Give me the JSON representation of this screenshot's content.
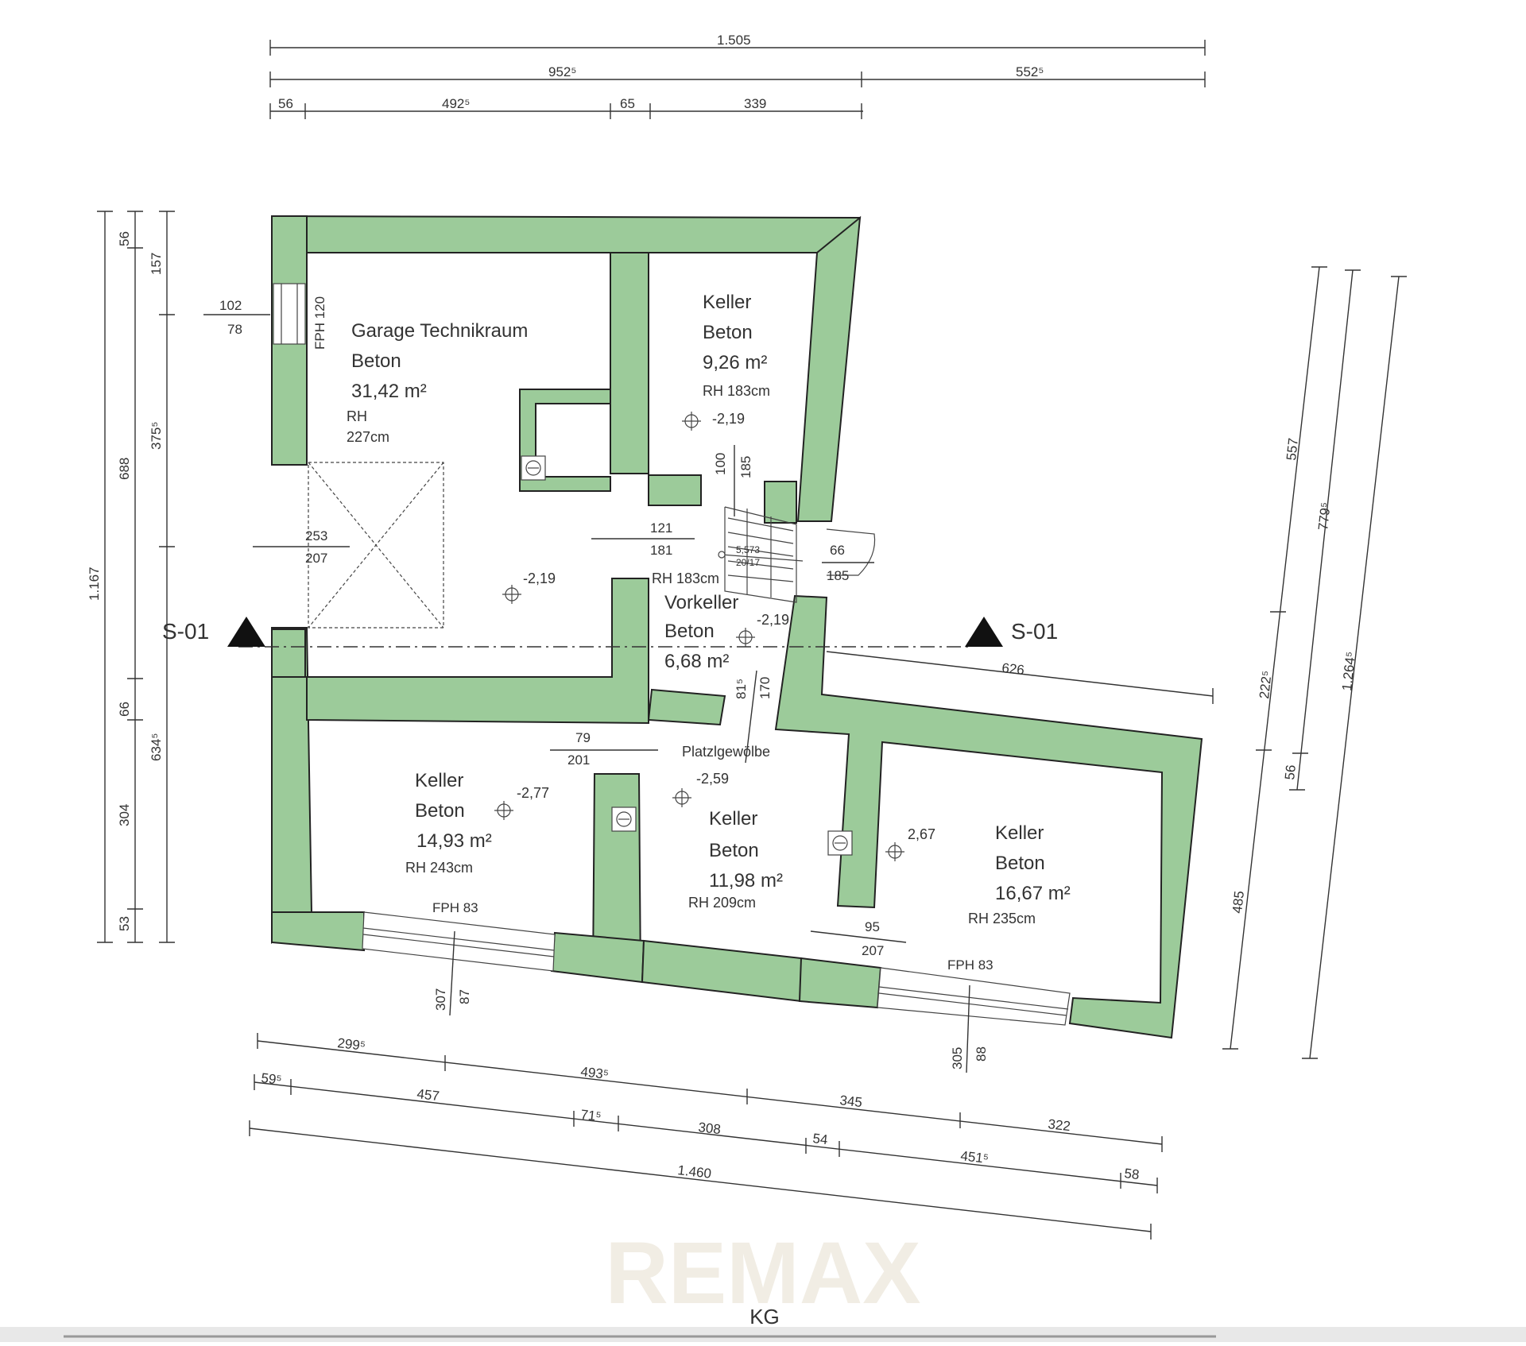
{
  "plan": {
    "floor_label": "KG",
    "watermark": "REMAX",
    "section_marker": "S-01",
    "wall_color": "#9ccb9a",
    "line_color": "#333333"
  },
  "rooms": {
    "garage": {
      "name": "Garage Technikraum",
      "material": "Beton",
      "area": "31,42 m²",
      "height_label": "RH",
      "height": "227cm",
      "level": "-2,19"
    },
    "keller_top": {
      "name": "Keller",
      "material": "Beton",
      "area": "9,26 m²",
      "height": "RH 183cm",
      "level": "-2,19"
    },
    "vorkeller": {
      "name": "Vorkeller",
      "material": "Beton",
      "area": "6,68 m²",
      "height": "RH 183cm",
      "level": "-2,19"
    },
    "keller_left": {
      "name": "Keller",
      "material": "Beton",
      "area": "14,93 m²",
      "height": "RH 243cm",
      "level": "-2,77"
    },
    "keller_mid": {
      "name": "Keller",
      "material": "Beton",
      "area": "11,98 m²",
      "height": "RH 209cm",
      "level": "-2,59",
      "vault": "Platzlgewölbe"
    },
    "keller_right": {
      "name": "Keller",
      "material": "Beton",
      "area": "16,67 m²",
      "height": "RH 235cm",
      "level": "2,67"
    }
  },
  "stairs": {
    "label": "5,573",
    "sub": "20/17"
  },
  "openings": {
    "fph120": "FPH 120",
    "fph83_left": "FPH 83",
    "fph83_right": "FPH 83",
    "win_top_w": "102",
    "win_top_h": "78",
    "gate_w": "253",
    "gate_h": "207",
    "door_121": "121",
    "door_181": "181",
    "door_66": "66",
    "door_185b": "185",
    "door_79": "79",
    "door_201": "201",
    "door_95": "95",
    "door_207": "207",
    "win_left_307": "307",
    "win_left_87": "87",
    "win_right_305": "305",
    "win_right_88": "88",
    "v_100": "100",
    "v_185": "185",
    "v_815": "81⁵",
    "v_170": "170"
  },
  "dims": {
    "top": {
      "d1505": "1.505",
      "d9525": "952⁵",
      "d5525": "552⁵",
      "d56": "56",
      "d4925": "492⁵",
      "d65": "65",
      "d339": "339"
    },
    "left": {
      "d1167": "1.167",
      "d56": "56",
      "d688": "688",
      "d66": "66",
      "d304": "304",
      "d53": "53",
      "d157": "157",
      "d3755": "375⁵",
      "d6345": "634⁵"
    },
    "right": {
      "d557": "557",
      "d7795": "779⁵",
      "d2225": "222⁵",
      "d12645": "1.264⁵",
      "d56": "56",
      "d485": "485",
      "d626": "626"
    },
    "bottom": {
      "d2995": "299⁵",
      "d4935": "493⁵",
      "d345": "345",
      "d322": "322",
      "d595": "59⁵",
      "d457": "457",
      "d715": "71⁵",
      "d308": "308",
      "d54": "54",
      "d4515": "451⁵",
      "d58": "58",
      "d1460": "1.460"
    }
  }
}
